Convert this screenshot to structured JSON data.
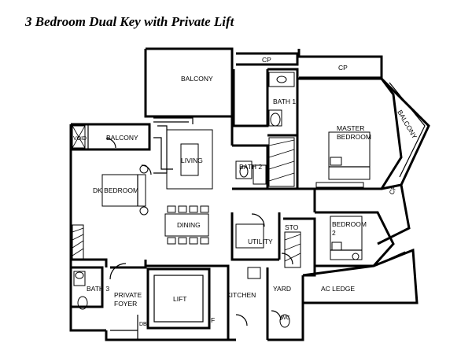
{
  "title": "3 Bedroom Dual Key with Private Lift",
  "rooms": {
    "balcony_top": "BALCONY",
    "cp_top": "CP",
    "cp_right": "CP",
    "bath1": "BATH 1",
    "balcony_right": "BALCONY",
    "void": "VOID",
    "balcony_left": "BALCONY",
    "living": "LIVING",
    "master_bedroom": "MASTER BEDROOM",
    "bath2": "BATH 2",
    "dk_bedroom": "DK BEDROOM",
    "cp_mid": "CP",
    "dining": "DINING",
    "utility": "UTILITY",
    "sto": "STO",
    "bedroom2": "BEDROOM 2",
    "bath3": "BATH 3",
    "private_foyer": "PRIVATE FOYER",
    "lift": "LIFT",
    "kitchen": "KITCHEN",
    "yard": "YARD",
    "ac_ledge": "AC LEDGE",
    "db": "DB",
    "f": "F",
    "wc": "WC"
  }
}
